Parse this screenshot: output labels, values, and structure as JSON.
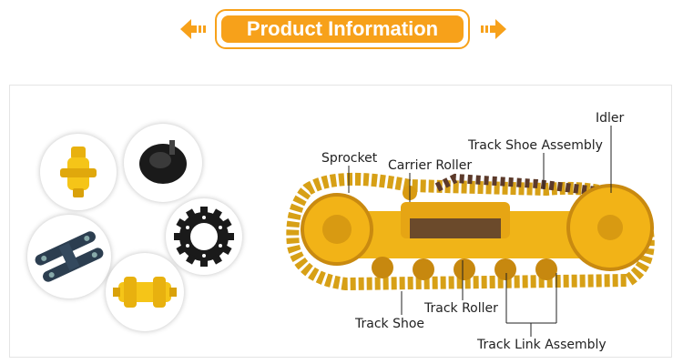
{
  "header": {
    "title": "Product Information"
  },
  "colors": {
    "accent": "#f7a11a",
    "part_yellow": "#f5c518",
    "part_dark": "#2c3e50",
    "rubber_black": "#1a1a1a"
  },
  "parts": [
    {
      "icon": "idler-wheel-icon"
    },
    {
      "icon": "rubber-cap-icon"
    },
    {
      "icon": "sprocket-ring-icon"
    },
    {
      "icon": "track-link-icon"
    },
    {
      "icon": "roller-icon"
    }
  ],
  "diagram": {
    "labels": {
      "idler": "Idler",
      "track_shoe_assembly": "Track Shoe Assembly",
      "sprocket": "Sprocket",
      "carrier_roller": "Carrier Roller",
      "track_shoe": "Track Shoe",
      "track_roller": "Track Roller",
      "track_link_assembly": "Track Link Assembly"
    }
  }
}
